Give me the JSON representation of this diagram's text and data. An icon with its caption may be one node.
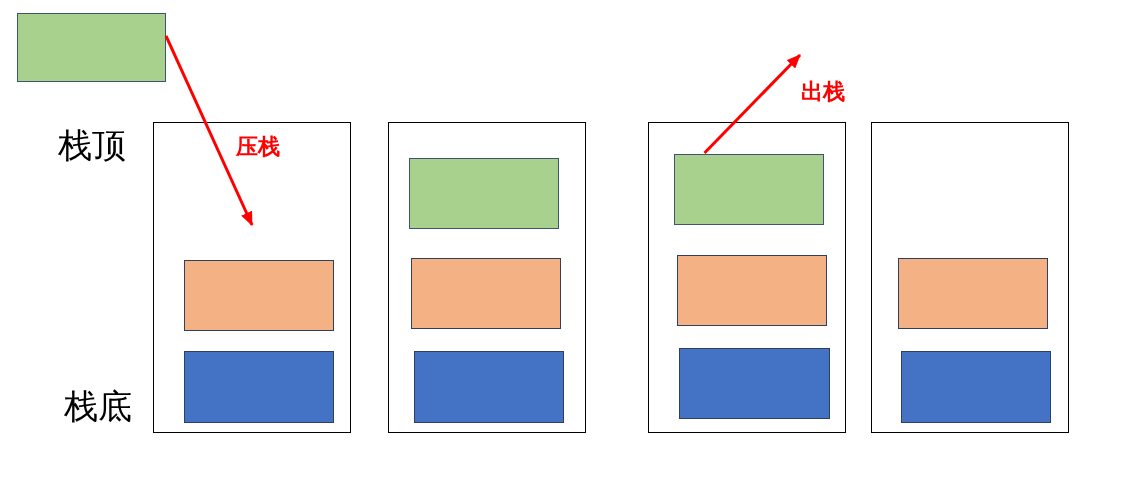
{
  "diagram": {
    "nodes": [
      {
        "text": [],
        "shape": "box"
      },
      {
        "text": [],
        "shape": "box"
      },
      {
        "text": [],
        "shape": "box",
        "in": 1
      },
      {
        "text": [],
        "shape": "box",
        "in": 1
      },
      {
        "text": [],
        "shape": "box"
      },
      {
        "text": [],
        "shape": "box",
        "in": 4
      },
      {
        "text": [],
        "shape": "box",
        "in": 4
      },
      {
        "text": [],
        "shape": "box",
        "in": 4
      },
      {
        "text": [],
        "shape": "box"
      },
      {
        "text": [],
        "shape": "box",
        "in": 8
      },
      {
        "text": [],
        "shape": "box",
        "in": 8
      },
      {
        "text": [],
        "shape": "box",
        "in": 8
      },
      {
        "text": [],
        "shape": "box"
      },
      {
        "text": [],
        "shape": "box",
        "in": 12
      },
      {
        "text": [],
        "shape": "box",
        "in": 12
      }
    ],
    "edges": [
      {
        "from": 0,
        "to": null,
        "arrow": "to",
        "label": "压栈"
      },
      {
        "from": 9,
        "to": null,
        "arrow": "to",
        "label": "出栈"
      }
    ],
    "labels": [
      "栈顶",
      "栈底"
    ]
  }
}
